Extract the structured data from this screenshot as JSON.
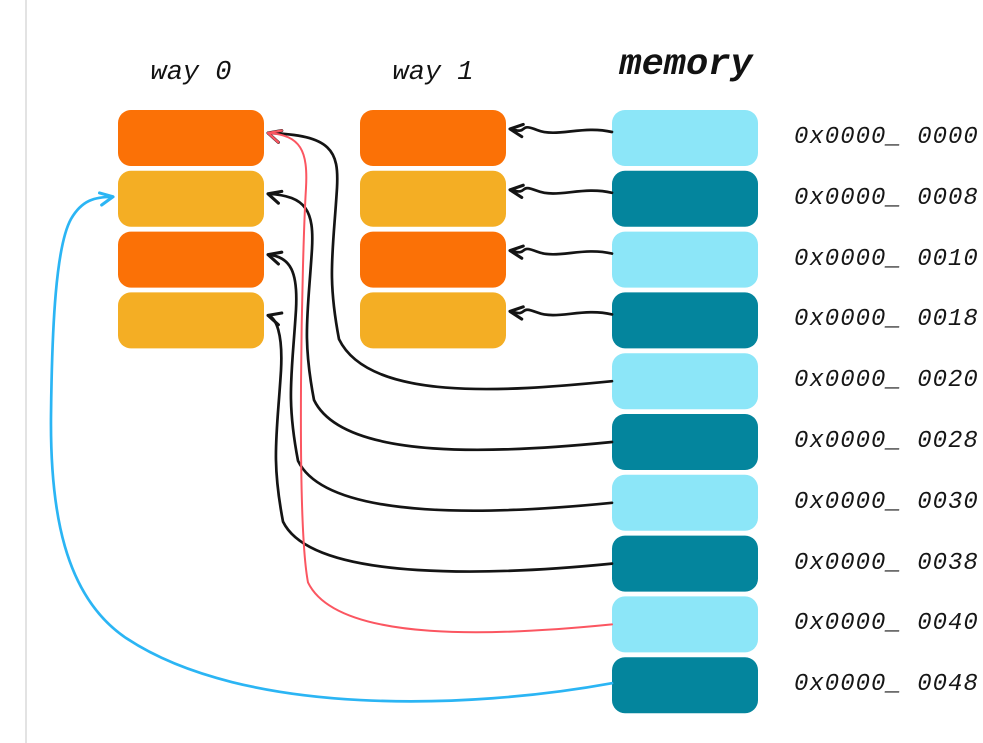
{
  "diagram": {
    "labels": {
      "way0": "way 0",
      "way1": "way 1",
      "memory": "memory"
    },
    "cache_ways": [
      {
        "name": "way 0",
        "blocks": [
          {
            "color": "#FB7106"
          },
          {
            "color": "#F4AE24"
          },
          {
            "color": "#FB7106"
          },
          {
            "color": "#F4AE24"
          }
        ]
      },
      {
        "name": "way 1",
        "blocks": [
          {
            "color": "#FB7106"
          },
          {
            "color": "#F4AE24"
          },
          {
            "color": "#FB7106"
          },
          {
            "color": "#F4AE24"
          }
        ]
      }
    ],
    "memory": {
      "rows": [
        {
          "address": "0x0000_ 0000",
          "color": "#8CE6F8"
        },
        {
          "address": "0x0000_ 0008",
          "color": "#04859D"
        },
        {
          "address": "0x0000_ 0010",
          "color": "#8CE6F8"
        },
        {
          "address": "0x0000_ 0018",
          "color": "#04859D"
        },
        {
          "address": "0x0000_ 0020",
          "color": "#8CE6F8"
        },
        {
          "address": "0x0000_ 0028",
          "color": "#04859D"
        },
        {
          "address": "0x0000_ 0030",
          "color": "#8CE6F8"
        },
        {
          "address": "0x0000_ 0038",
          "color": "#04859D"
        },
        {
          "address": "0x0000_ 0040",
          "color": "#8CE6F8"
        },
        {
          "address": "0x0000_ 0048",
          "color": "#04859D"
        }
      ]
    },
    "arrows": [
      {
        "from_row": 0,
        "to_way": 1,
        "to_block": 0,
        "color": "#141414",
        "style": "wavy"
      },
      {
        "from_row": 1,
        "to_way": 1,
        "to_block": 1,
        "color": "#141414",
        "style": "wavy"
      },
      {
        "from_row": 2,
        "to_way": 1,
        "to_block": 2,
        "color": "#141414",
        "style": "wavy"
      },
      {
        "from_row": 3,
        "to_way": 1,
        "to_block": 3,
        "color": "#141414",
        "style": "wavy"
      },
      {
        "from_row": 4,
        "to_way": 0,
        "to_block": 0,
        "color": "#141414",
        "style": "sweep",
        "vx": 336
      },
      {
        "from_row": 5,
        "to_way": 0,
        "to_block": 1,
        "color": "#141414",
        "style": "sweep",
        "vx": 311
      },
      {
        "from_row": 6,
        "to_way": 0,
        "to_block": 2,
        "color": "#141414",
        "style": "sweep",
        "vx": 295
      },
      {
        "from_row": 7,
        "to_way": 0,
        "to_block": 3,
        "color": "#141414",
        "style": "sweep",
        "vx": 280
      },
      {
        "from_row": 8,
        "to_way": 0,
        "to_block": 0,
        "color": "#FB5661",
        "style": "sweep",
        "vx": 305,
        "width": 2
      },
      {
        "from_row": 9,
        "to_way": 0,
        "to_block": 1,
        "color": "#2BB5F4",
        "style": "loop",
        "width": 2.7
      }
    ],
    "edge_line_color": "#E3E3E3"
  }
}
